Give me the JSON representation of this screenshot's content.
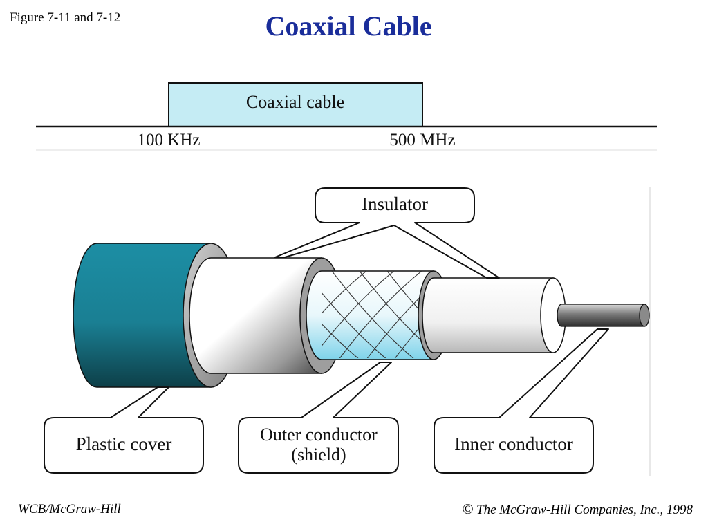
{
  "figure_label": "Figure 7-11 and 7-12",
  "title": "Coaxial Cable",
  "band": {
    "label": "Coaxial cable",
    "low_label": "100 KHz",
    "high_label": "500 MHz"
  },
  "callouts": {
    "insulator": "Insulator",
    "plastic_cover": "Plastic cover",
    "outer_conductor_line1": "Outer conductor",
    "outer_conductor_line2": "(shield)",
    "inner_conductor": "Inner conductor"
  },
  "footer": {
    "left": "WCB/McGraw-Hill",
    "copyright_symbol": "©",
    "right": "The McGraw-Hill Companies, Inc., 1998"
  },
  "colors": {
    "title": "#1a2d9a",
    "band_fill": "#c5ecf4",
    "jacket": "#1e8aa0",
    "shield_tint": "#9fe0f0"
  }
}
